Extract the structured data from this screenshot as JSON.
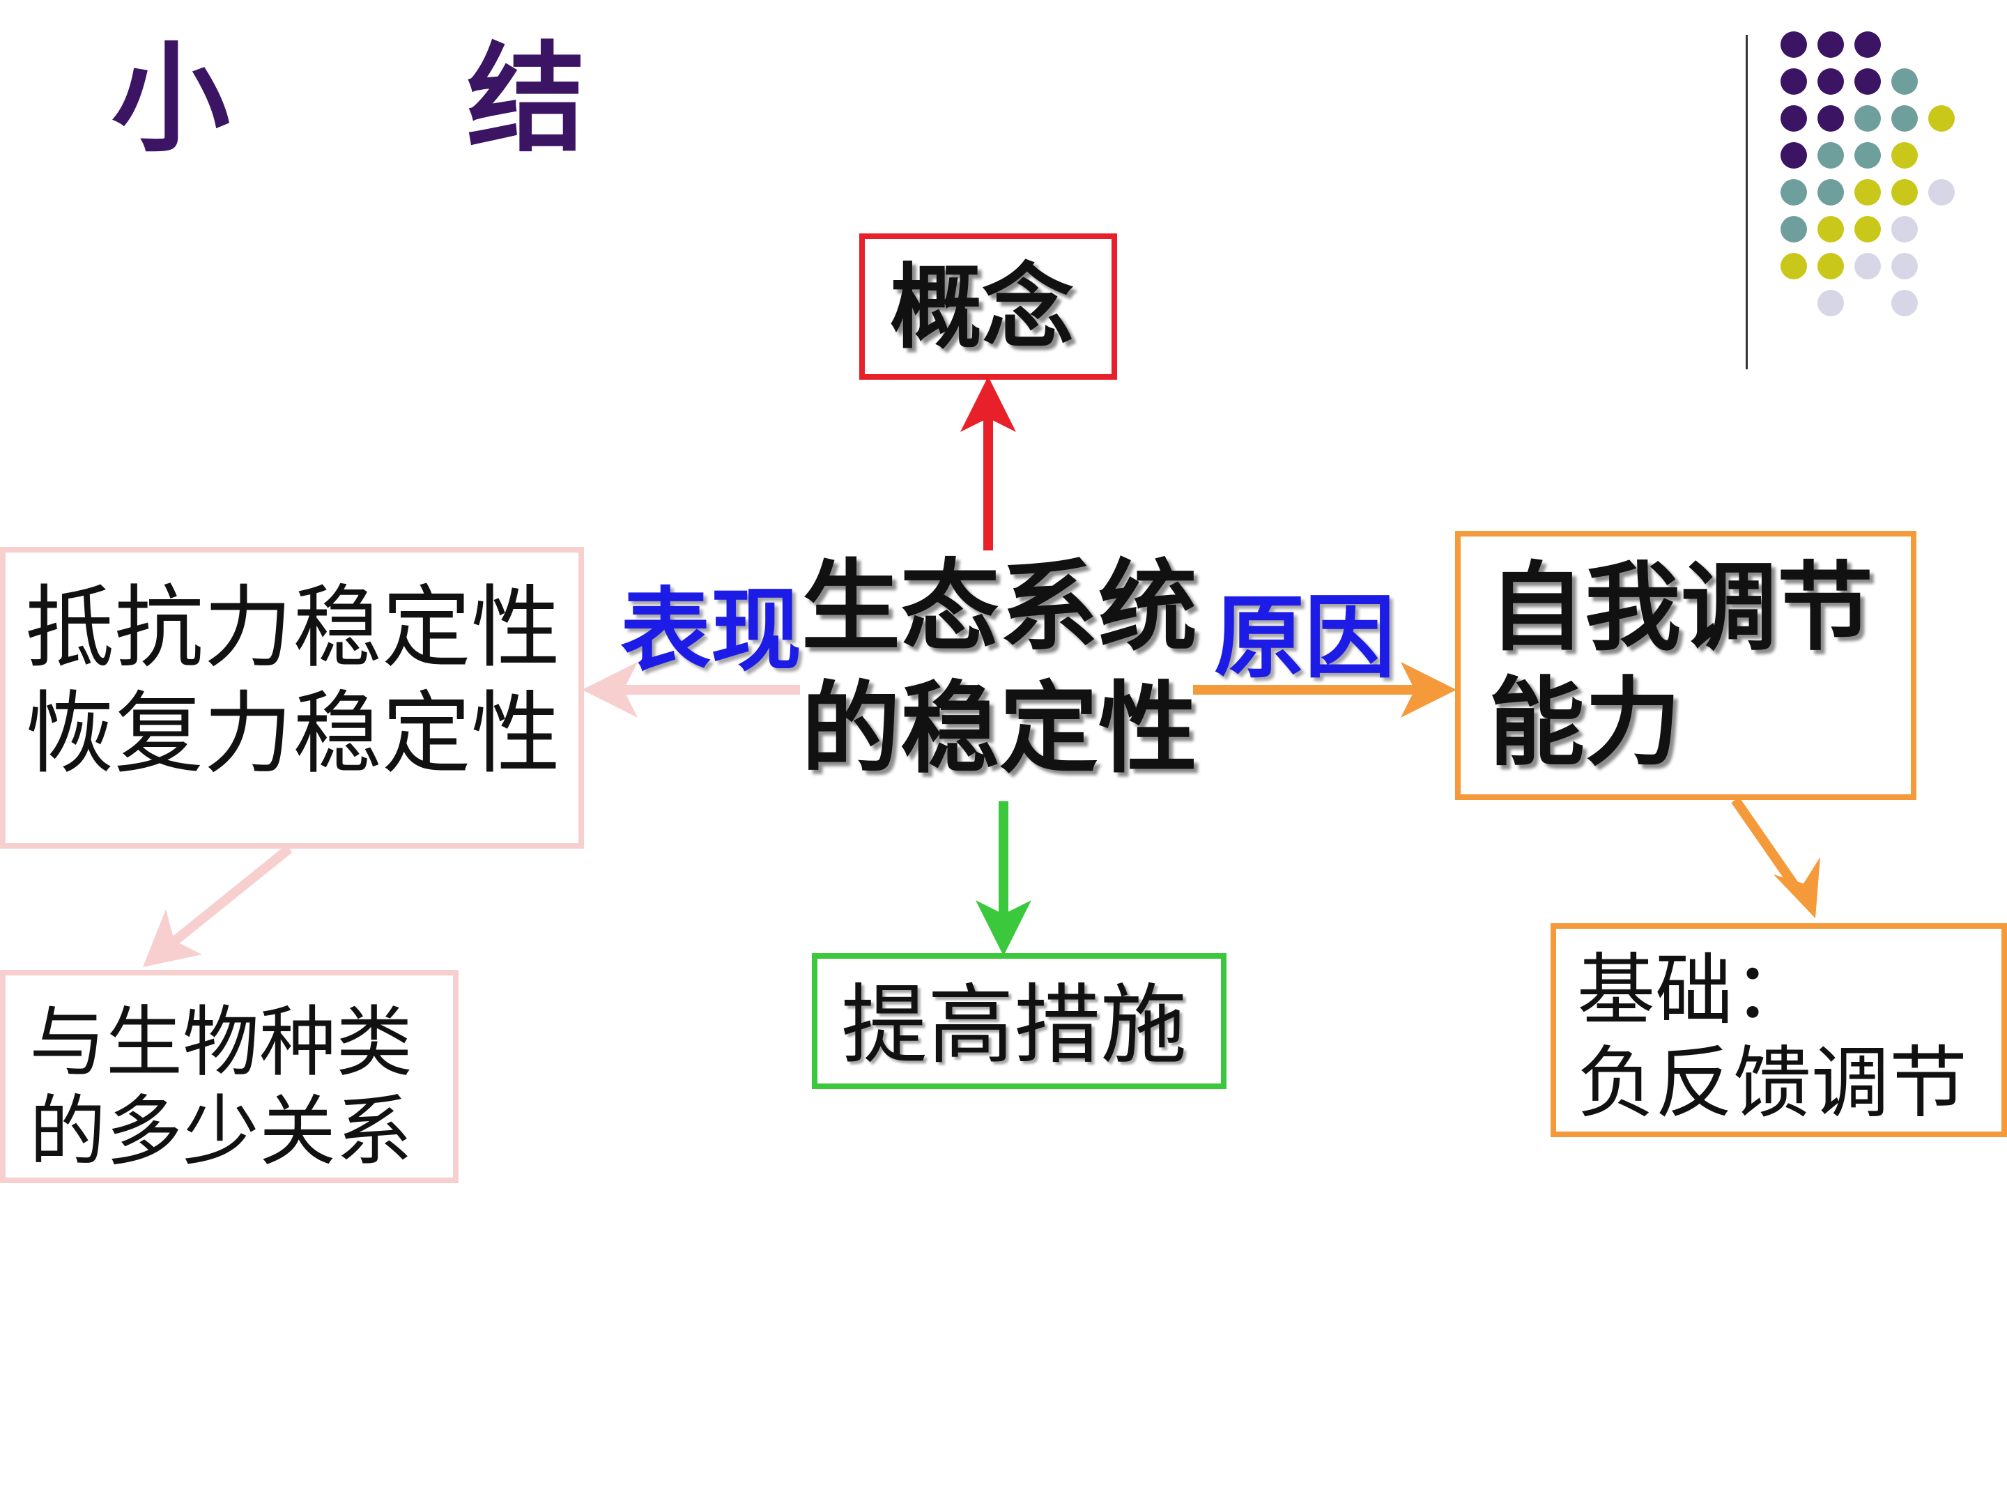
{
  "slide": {
    "title": "小　　结",
    "center_line1": "生态系统",
    "center_line2": "的稳定性",
    "left_label": "表现",
    "right_label": "原因"
  },
  "boxes": {
    "concept": "概念",
    "stability_line1": "抵抗力稳定性",
    "stability_line2": "恢复力稳定性",
    "species_line1": "与生物种类",
    "species_line2": "的多少关系",
    "measures": "提高措施",
    "self_reg_line1": "自我调节",
    "self_reg_line2": "能力",
    "basis_line1": "基础：",
    "basis_line2": "负反馈调节"
  },
  "colors": {
    "title": "#3b1463",
    "concept": "#e8202a",
    "stability": "#f8cfcf",
    "measures": "#3cc83c",
    "self_reg": "#f59a3a",
    "label_blue": "#1c1ce6"
  },
  "decoration": {
    "dot_palette": [
      "#3b1463",
      "#6f9f9c",
      "#c9c81a",
      "#d6d6e6"
    ]
  }
}
